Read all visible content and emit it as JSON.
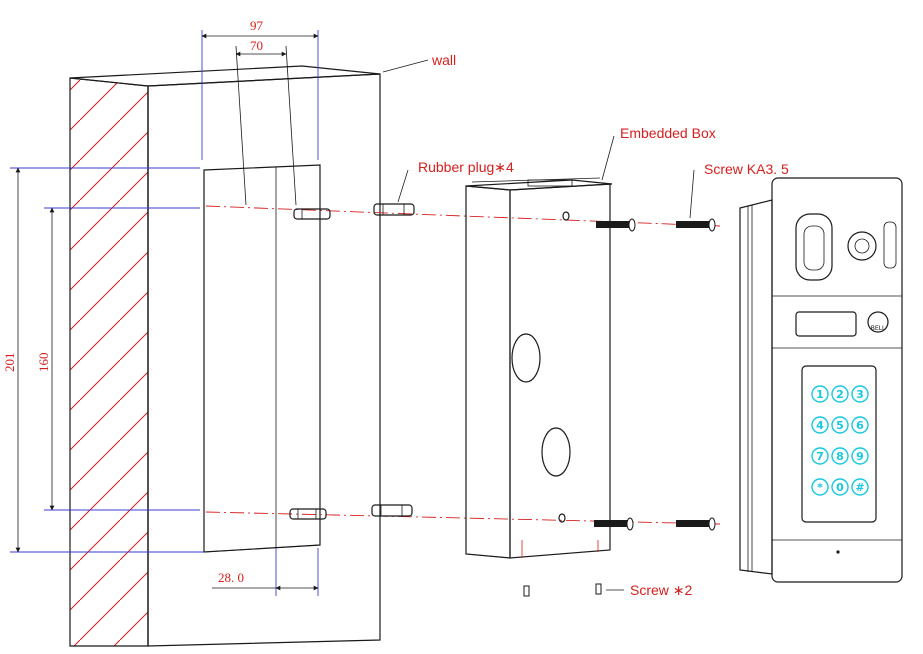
{
  "labels": {
    "wall": "wall",
    "embedded_box": "Embedded Box",
    "rubber_plug": "Rubber plug∗4",
    "screw_ka": "Screw KA3. 5",
    "screw_2": "Screw ∗2"
  },
  "dimensions": {
    "width_outer": "97",
    "width_inner": "70",
    "height_outer": "201",
    "height_inner": "160",
    "depth": "28. 0"
  },
  "keypad": {
    "keys": [
      "1",
      "2",
      "3",
      "4",
      "5",
      "6",
      "7",
      "8",
      "9",
      "*",
      "0",
      "#"
    ],
    "bell_label": "BELL"
  },
  "colors": {
    "label": "#d42020",
    "dimension_lines": "#3a3ad0",
    "keypad": "#19c8e0",
    "outline": "#1a1a1a"
  }
}
